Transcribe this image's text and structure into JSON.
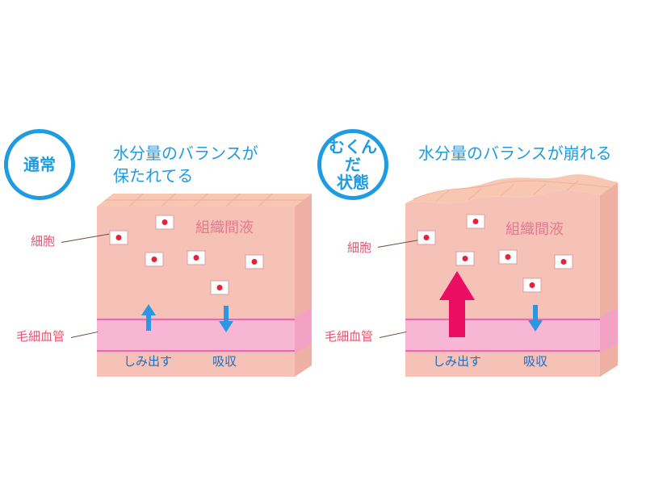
{
  "left": {
    "badge": [
      "通常"
    ],
    "headline": [
      "水分量のバランスが",
      "保たれてる"
    ],
    "labels": {
      "cell": "細胞",
      "capillary": "毛細血管",
      "interstitial_fluid": "組織間液",
      "exude": "しみ出す",
      "absorb": "吸収"
    }
  },
  "right": {
    "badge": [
      "むくんだ",
      "状態"
    ],
    "headline": [
      "水分量のバランスが崩れる"
    ],
    "labels": {
      "cell": "細胞",
      "capillary": "毛細血管",
      "interstitial_fluid": "組織間液",
      "exude": "しみ出す",
      "absorb": "吸収"
    }
  },
  "colors": {
    "accent_blue": "#1f9be2",
    "tissue_front": "#f6c1b6",
    "tissue_side": "#efb0a4",
    "tissue_top": "#f7c7b2",
    "capillary": "#f7b6d4",
    "capillary_edge": "#e96aa2",
    "arrow_blue": "#2b97e3",
    "arrow_pink": "#ea0d62",
    "text_pink": "#e37a8e"
  },
  "icons": [
    "cell-icon",
    "up-arrow-icon",
    "down-arrow-icon"
  ]
}
